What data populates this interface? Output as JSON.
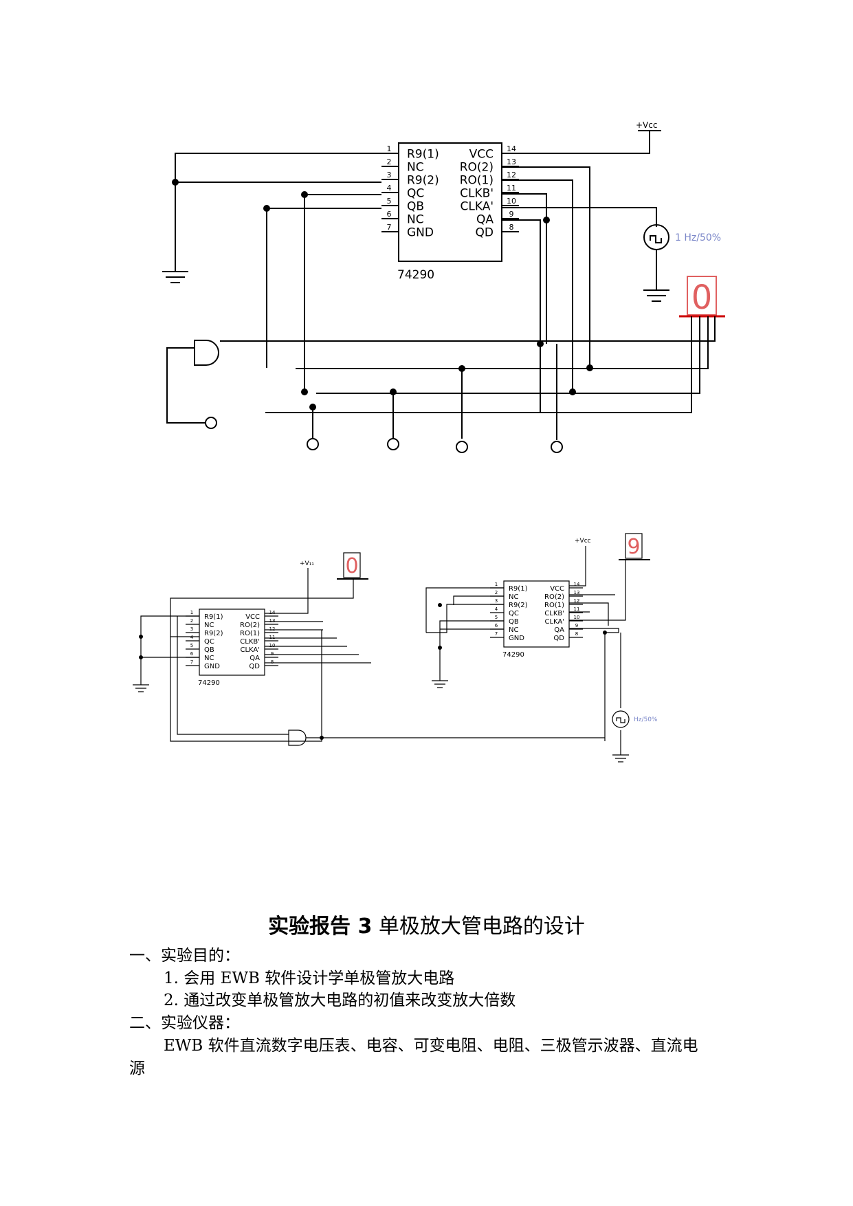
{
  "fig1": {
    "chip": {
      "name": "74290",
      "left_pins": [
        {
          "num": "1",
          "label": "R9(1)"
        },
        {
          "num": "2",
          "label": "NC"
        },
        {
          "num": "3",
          "label": "R9(2)"
        },
        {
          "num": "4",
          "label": "QC"
        },
        {
          "num": "5",
          "label": "QB"
        },
        {
          "num": "6",
          "label": "NC"
        },
        {
          "num": "7",
          "label": "GND"
        }
      ],
      "right_pins": [
        {
          "num": "14",
          "label": "VCC"
        },
        {
          "num": "13",
          "label": "RO(2)"
        },
        {
          "num": "12",
          "label": "RO(1)"
        },
        {
          "num": "11",
          "label": "CLKB'"
        },
        {
          "num": "10",
          "label": "CLKA'"
        },
        {
          "num": "9",
          "label": "QA"
        },
        {
          "num": "8",
          "label": "QD"
        }
      ]
    },
    "vcc_label": "+Vcc",
    "clock_label": "1 Hz/50%",
    "display_digit": "0",
    "display_color": "#e06060",
    "display_bar_color": "#cc0000"
  },
  "fig2": {
    "chip_left": {
      "name": "74290",
      "left_pins": [
        {
          "num": "1",
          "label": "R9(1)"
        },
        {
          "num": "2",
          "label": "NC"
        },
        {
          "num": "3",
          "label": "R9(2)"
        },
        {
          "num": "4",
          "label": "QC"
        },
        {
          "num": "5",
          "label": "QB"
        },
        {
          "num": "6",
          "label": "NC"
        },
        {
          "num": "7",
          "label": "GND"
        }
      ],
      "right_pins": [
        {
          "num": "14",
          "label": "VCC"
        },
        {
          "num": "13",
          "label": "RO(2)"
        },
        {
          "num": "12",
          "label": "RO(1)"
        },
        {
          "num": "11",
          "label": "CLKB'"
        },
        {
          "num": "10",
          "label": "CLKA'"
        },
        {
          "num": "9",
          "label": "QA"
        },
        {
          "num": "8",
          "label": "QD"
        }
      ]
    },
    "chip_right": {
      "name": "74290",
      "left_pins": [
        {
          "num": "1",
          "label": "R9(1)"
        },
        {
          "num": "2",
          "label": "NC"
        },
        {
          "num": "3",
          "label": "R9(2)"
        },
        {
          "num": "4",
          "label": "QC"
        },
        {
          "num": "5",
          "label": "QB"
        },
        {
          "num": "6",
          "label": "NC"
        },
        {
          "num": "7",
          "label": "GND"
        }
      ],
      "right_pins": [
        {
          "num": "14",
          "label": "VCC"
        },
        {
          "num": "13",
          "label": "RO(2)"
        },
        {
          "num": "12",
          "label": "RO(1)"
        },
        {
          "num": "11",
          "label": "CLKB'"
        },
        {
          "num": "10",
          "label": "CLKA'"
        },
        {
          "num": "9",
          "label": "QA"
        },
        {
          "num": "8",
          "label": "QD"
        }
      ]
    },
    "vcc_left_label": "+V₁₁",
    "vcc_right_label": "+Vcc",
    "clock_label": "Hz/50%",
    "display_left_digit": "0",
    "display_right_digit": "9"
  },
  "report": {
    "title_bold": "实验报告 3",
    "title_rest": " 单极放大管电路的设计",
    "lines": [
      "一、实验目的：",
      "1. 会用 EWB 软件设计学单极管放大电路",
      "2. 通过改变单极管放大电路的初值来改变放大倍数",
      "二、实验仪器：",
      "EWB 软件直流数字电压表、电容、可变电阻、电阻、三极管示波器、直流电",
      "源"
    ]
  }
}
